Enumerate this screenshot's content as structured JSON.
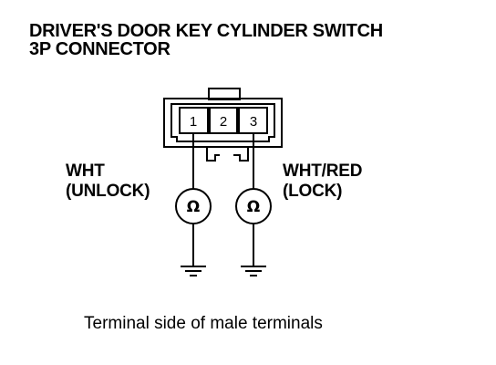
{
  "title": {
    "line1": "DRIVER'S DOOR KEY CYLINDER SWITCH",
    "line2": "3P CONNECTOR"
  },
  "connector": {
    "pins": [
      "1",
      "2",
      "3"
    ]
  },
  "wires": {
    "left": {
      "color_label": "WHT",
      "function_label": "(UNLOCK)",
      "meter_symbol": "Ω"
    },
    "right": {
      "color_label": "WHT/RED",
      "function_label": "(LOCK)",
      "meter_symbol": "Ω"
    }
  },
  "caption": "Terminal side of male terminals"
}
